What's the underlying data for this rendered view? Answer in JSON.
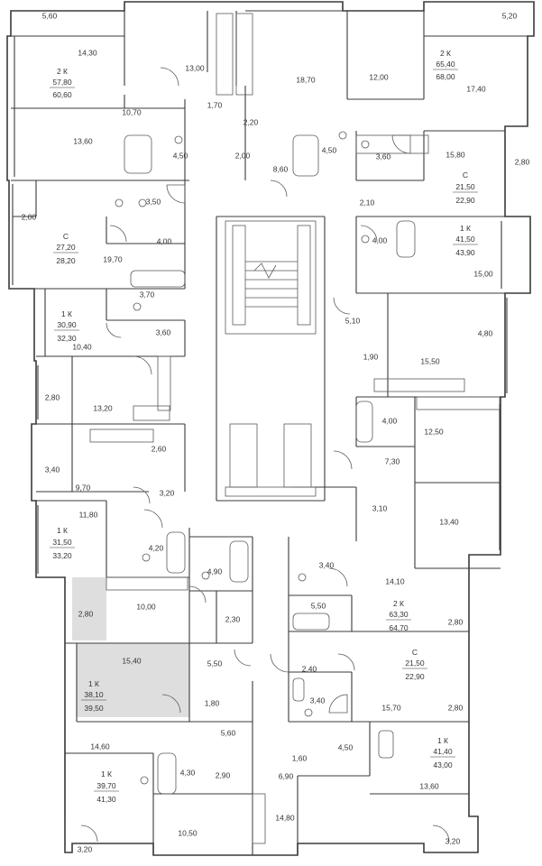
{
  "colors": {
    "wall": "#3a3a3a",
    "highlight": "#dedede",
    "background": "#ffffff"
  },
  "room_areas": [
    "5,60",
    "14,30",
    "13,00",
    "18,70",
    "12,00",
    "5,20",
    "17,40",
    "10,70",
    "1,70",
    "2,20",
    "13,60",
    "4,50",
    "2,00",
    "8,60",
    "4,50",
    "3,60",
    "15,80",
    "2,80",
    "3,50",
    "2,10",
    "2,00",
    "4,00",
    "4,00",
    "19,70",
    "15,00",
    "3,70",
    "3,60",
    "5,10",
    "4,80",
    "10,40",
    "1,90",
    "15,50",
    "2,80",
    "13,20",
    "4,00",
    "12,50",
    "2,60",
    "3,40",
    "7,30",
    "9,70",
    "3,20",
    "3,10",
    "11,80",
    "13,40",
    "4,20",
    "4,90",
    "3,40",
    "14,10",
    "2,80",
    "10,00",
    "5,50",
    "2,30",
    "2,80",
    "15,40",
    "5,50",
    "2,40",
    "1,80",
    "3,40",
    "15,70",
    "2,80",
    "5,60",
    "14,60",
    "1,60",
    "4,50",
    "4,30",
    "2,90",
    "6,90",
    "13,60",
    "14,80",
    "10,50",
    "3,20",
    "3,20"
  ],
  "apartments": [
    {
      "type": "2 К",
      "area": "57,80",
      "total": "60,60"
    },
    {
      "type": "2 К",
      "area": "65,40",
      "total": "68,00"
    },
    {
      "type": "С",
      "area": "21,50",
      "total": "22,90"
    },
    {
      "type": "С",
      "area": "27,20",
      "total": "28,20"
    },
    {
      "type": "1 К",
      "area": "41,50",
      "total": "43,90"
    },
    {
      "type": "1 К",
      "area": "30,90",
      "total": "32,30"
    },
    {
      "type": "1 К",
      "area": "31,50",
      "total": "33,20"
    },
    {
      "type": "2 К",
      "area": "63,30",
      "total": "64,70"
    },
    {
      "type": "1 К",
      "area": "38,10",
      "total": "39,50"
    },
    {
      "type": "С",
      "area": "21,50",
      "total": "22,90"
    },
    {
      "type": "1 К",
      "area": "41,40",
      "total": "43,00"
    },
    {
      "type": "1 К",
      "area": "39,70",
      "total": "41,30"
    }
  ]
}
